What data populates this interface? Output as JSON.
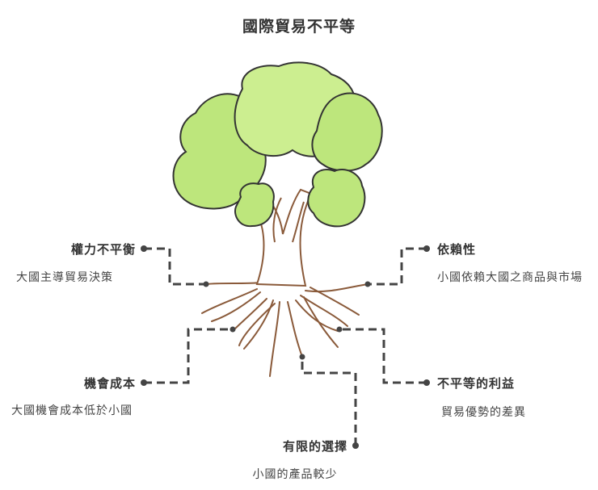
{
  "title": "國際貿易不平等",
  "nodes": [
    {
      "id": "power",
      "label": "權力不平衡",
      "desc": "大國主導貿易決策"
    },
    {
      "id": "dependency",
      "label": "依賴性",
      "desc": "小國依賴大國之商品與市場"
    },
    {
      "id": "opportunity",
      "label": "機會成本",
      "desc": "大國機會成本低於小國"
    },
    {
      "id": "benefit",
      "label": "不平等的利益",
      "desc": "貿易優勢的差異"
    },
    {
      "id": "choice",
      "label": "有限的選擇",
      "desc": "小國的產品較少"
    }
  ],
  "colors": {
    "foliage": "#bde67c",
    "foliage_light": "#ccee90",
    "outline": "#333333",
    "trunk": "#8a5a3a",
    "connector": "#444444"
  }
}
